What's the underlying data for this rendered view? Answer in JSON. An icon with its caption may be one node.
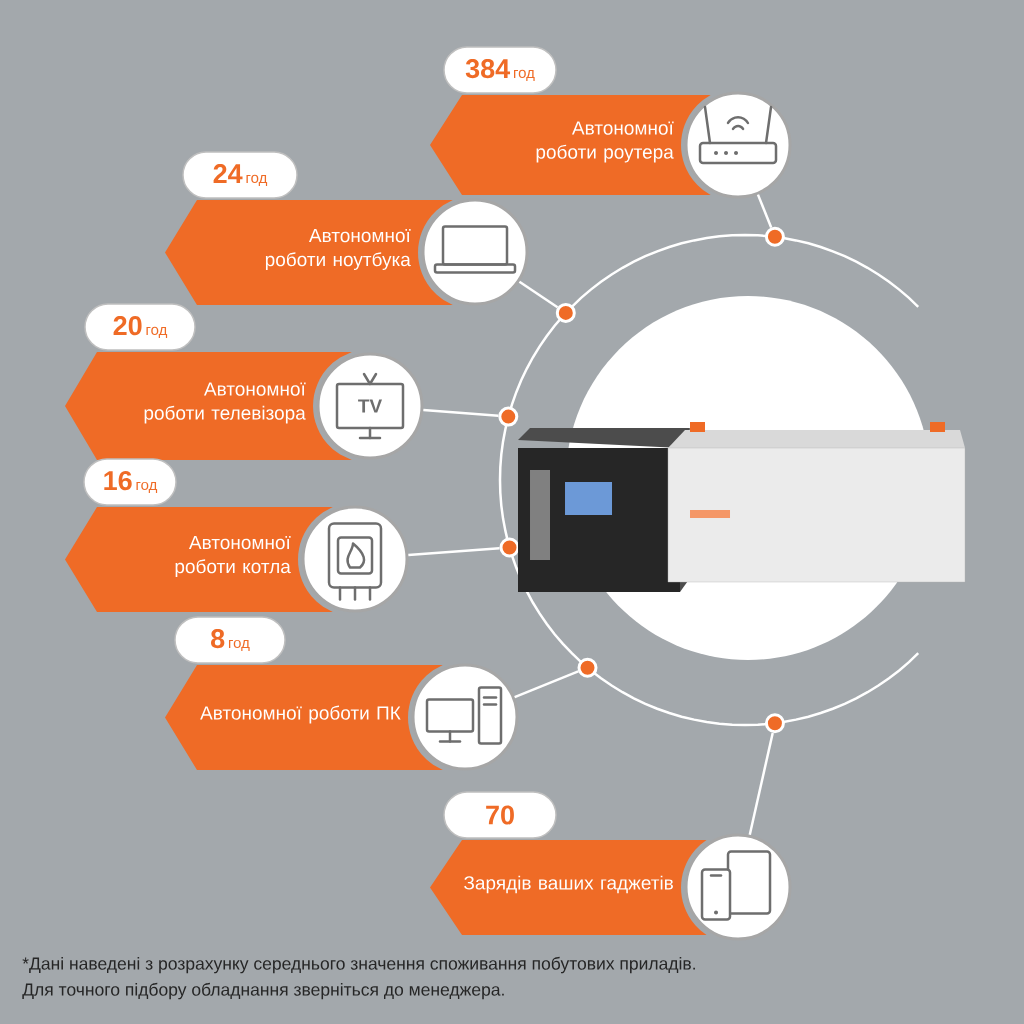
{
  "diagram": {
    "nodes": [
      {
        "text": [
          "384",
          "год"
        ]
      },
      {
        "text": [
          "Автономної роботи роутера"
        ]
      },
      {
        "text": [],
        "shape": "picture"
      },
      {
        "text": [],
        "shape": "circle"
      },
      {
        "text": [
          "24",
          "год"
        ]
      },
      {
        "text": [
          "Автономної роботи ноутбука"
        ]
      },
      {
        "text": [],
        "shape": "picture"
      },
      {
        "text": [],
        "shape": "circle"
      },
      {
        "text": [
          "20",
          "год"
        ]
      },
      {
        "text": [
          "Автономної роботи телевізора"
        ]
      },
      {
        "text": [
          "TV"
        ]
      },
      {
        "text": [],
        "shape": "circle"
      },
      {
        "text": [
          "16",
          "год"
        ]
      },
      {
        "text": [
          "Автономної роботи котла"
        ]
      },
      {
        "text": [],
        "shape": "picture"
      },
      {
        "text": [],
        "shape": "circle"
      },
      {
        "text": [
          "8",
          "год"
        ]
      },
      {
        "text": [
          "Автономної роботи ПК"
        ]
      },
      {
        "text": [],
        "shape": "picture"
      },
      {
        "text": [],
        "shape": "circle"
      },
      {
        "text": [
          "70"
        ]
      },
      {
        "text": [
          "Зарядів ваших гаджетів"
        ]
      },
      {
        "text": [],
        "shape": "picture"
      },
      {
        "text": [],
        "shape": "circle"
      },
      {
        "text": [],
        "shape": "picture"
      }
    ],
    "edges": [
      {
        "from": 2,
        "to": 3,
        "arrow": "none"
      },
      {
        "from": 6,
        "to": 7,
        "arrow": "none"
      },
      {
        "from": 10,
        "to": 11,
        "arrow": "none"
      },
      {
        "from": 14,
        "to": 15,
        "arrow": "none"
      },
      {
        "from": 18,
        "to": 19,
        "arrow": "none"
      },
      {
        "from": 22,
        "to": 23,
        "arrow": "none"
      }
    ],
    "labels": [
      "*Дані наведені з розрахунку середнього значення споживання побутових приладів.",
      "Для точного підбору обладнання зверніться до менеджера."
    ]
  }
}
